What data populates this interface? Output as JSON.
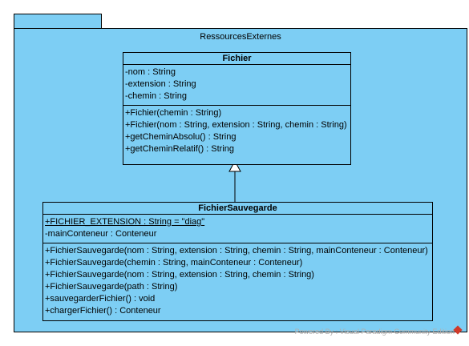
{
  "package": {
    "name": "RessourcesExternes"
  },
  "classes": [
    {
      "name": "Fichier",
      "attributes": [
        "-nom : String",
        "-extension : String",
        "-chemin : String"
      ],
      "operations": [
        "+Fichier(chemin : String)",
        "+Fichier(nom : String, extension : String, chemin : String)",
        "+getCheminAbsolu() : String",
        "+getCheminRelatif() : String"
      ]
    },
    {
      "name": "FichierSauvegarde",
      "attributes": [
        "+FICHIER_EXTENSION : String = \"diag\"",
        "-mainConteneur : Conteneur"
      ],
      "operations": [
        "+FichierSauvegarde(nom : String, extension : String, chemin : String, mainConteneur : Conteneur)",
        "+FichierSauvegarde(chemin : String, mainConteneur : Conteneur)",
        "+FichierSauvegarde(nom : String, extension : String, chemin : String)",
        "+FichierSauvegarde(path : String)",
        "+sauvegarderFichier() : void",
        "+chargerFichier() : Conteneur"
      ]
    }
  ],
  "relationship": {
    "type": "generalization",
    "from": "FichierSauvegarde",
    "to": "Fichier"
  },
  "watermark": "Powered By : Visual Paradigm Community Edition",
  "colors": {
    "class_fill": "#7dcef4",
    "border": "#000000"
  }
}
